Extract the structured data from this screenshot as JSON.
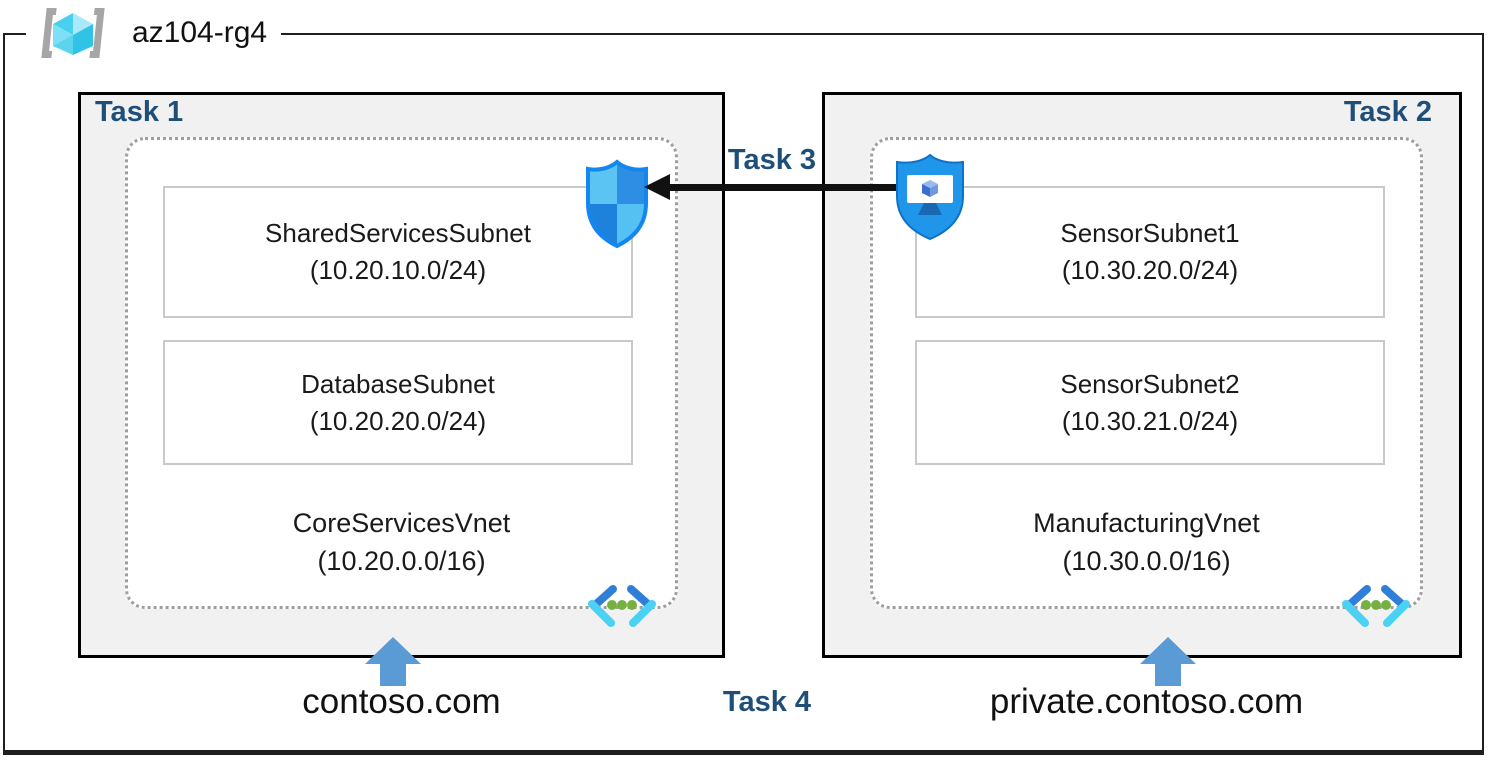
{
  "header": {
    "resource_group_name": "az104-rg4"
  },
  "left_panel": {
    "task_label": "Task 1",
    "vnet": {
      "name": "CoreServicesVnet",
      "cidr": "(10.20.0.0/16)"
    },
    "subnets": [
      {
        "name": "SharedServicesSubnet",
        "cidr": "(10.20.10.0/24)"
      },
      {
        "name": "DatabaseSubnet",
        "cidr": "(10.20.20.0/24)"
      }
    ],
    "dns_label": "contoso.com"
  },
  "right_panel": {
    "task_label": "Task 2",
    "vnet": {
      "name": "ManufacturingVnet",
      "cidr": "(10.30.0.0/16)"
    },
    "subnets": [
      {
        "name": "SensorSubnet1",
        "cidr": "(10.30.20.0/24)"
      },
      {
        "name": "SensorSubnet2",
        "cidr": "(10.30.21.0/24)"
      }
    ],
    "dns_label": "private.contoso.com"
  },
  "connections": {
    "peering_task_label": "Task 3",
    "dns_task_label": "Task 4"
  },
  "icons": {
    "resource_group": "resource-group-cube-icon",
    "virtual_network": "virtual-network-chevrons-icon",
    "network_security": "nsg-shield-icon",
    "bastion_host": "bastion-shield-monitor-icon",
    "dns_arrow": "blue-up-arrow",
    "peering_arrow": "black-left-arrow"
  },
  "colors": {
    "task_label_blue": "#1f4e79",
    "box_background": "#f1f1f1",
    "box_border": "#000000",
    "dashed_border": "#9e9e9e",
    "subnet_border": "#c9c9c9",
    "peering_arrow": "#111111",
    "dns_arrow_blue": "#5b9bd5",
    "vnet_chevron_blue": "#2f7ed8",
    "vnet_chevron_cyan": "#4ad1f3",
    "vnet_dot_green": "#76b043",
    "shield_light_blue": "#5cc4f3",
    "shield_mid_blue": "#2e8ee4",
    "shield_dark_blue": "#1e81dc",
    "bastion_blue": "#2096ea",
    "rg_cube_cyan": "#4fd4f0",
    "rg_bracket_gray": "#a6a6a6"
  }
}
